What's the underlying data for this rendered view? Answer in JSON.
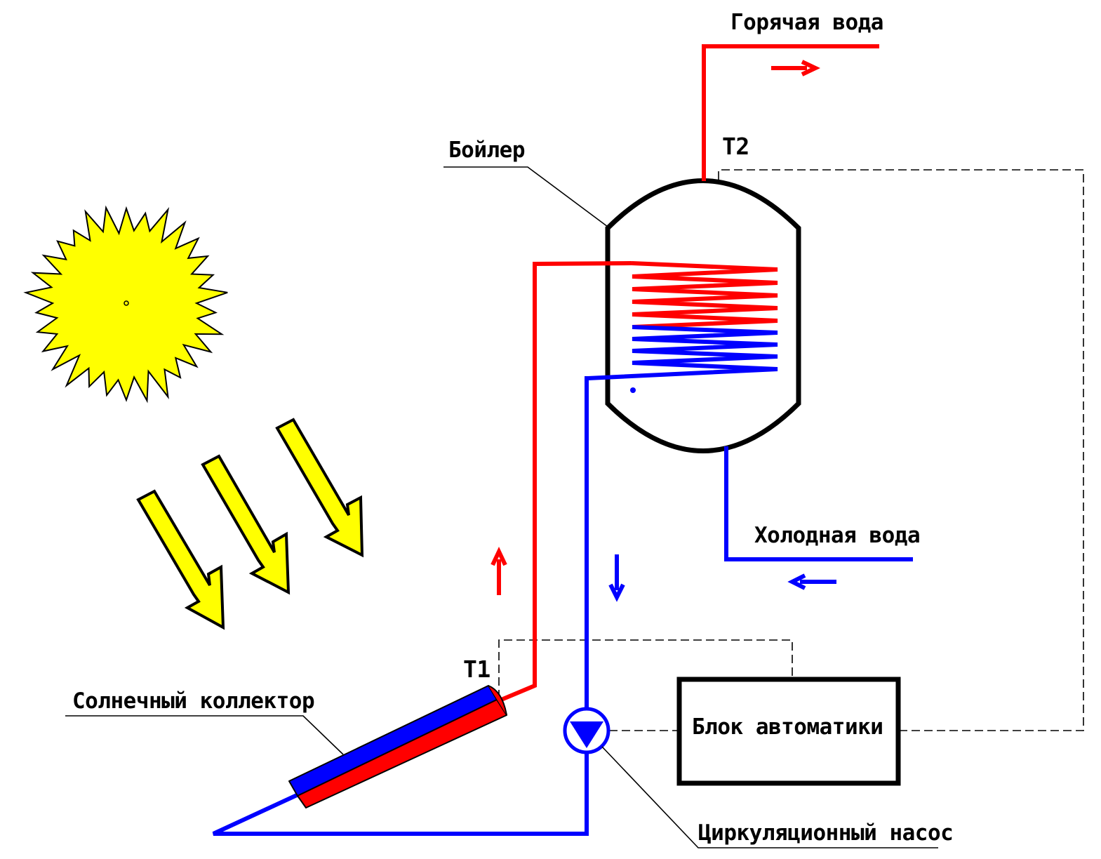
{
  "labels": {
    "hot_water": "Горячая вода",
    "cold_water": "Холодная вода",
    "boiler": "Бойлер",
    "t2": "T2",
    "t1": "T1",
    "solar_collector": "Солнечный коллектор",
    "automation_unit": "Блок автоматики",
    "circulation_pump": "Циркуляционный насос"
  },
  "colors": {
    "hot": "#ff0000",
    "cold": "#0000ff",
    "sun": "#ffff00",
    "outline": "#000000",
    "background": "#ffffff"
  }
}
